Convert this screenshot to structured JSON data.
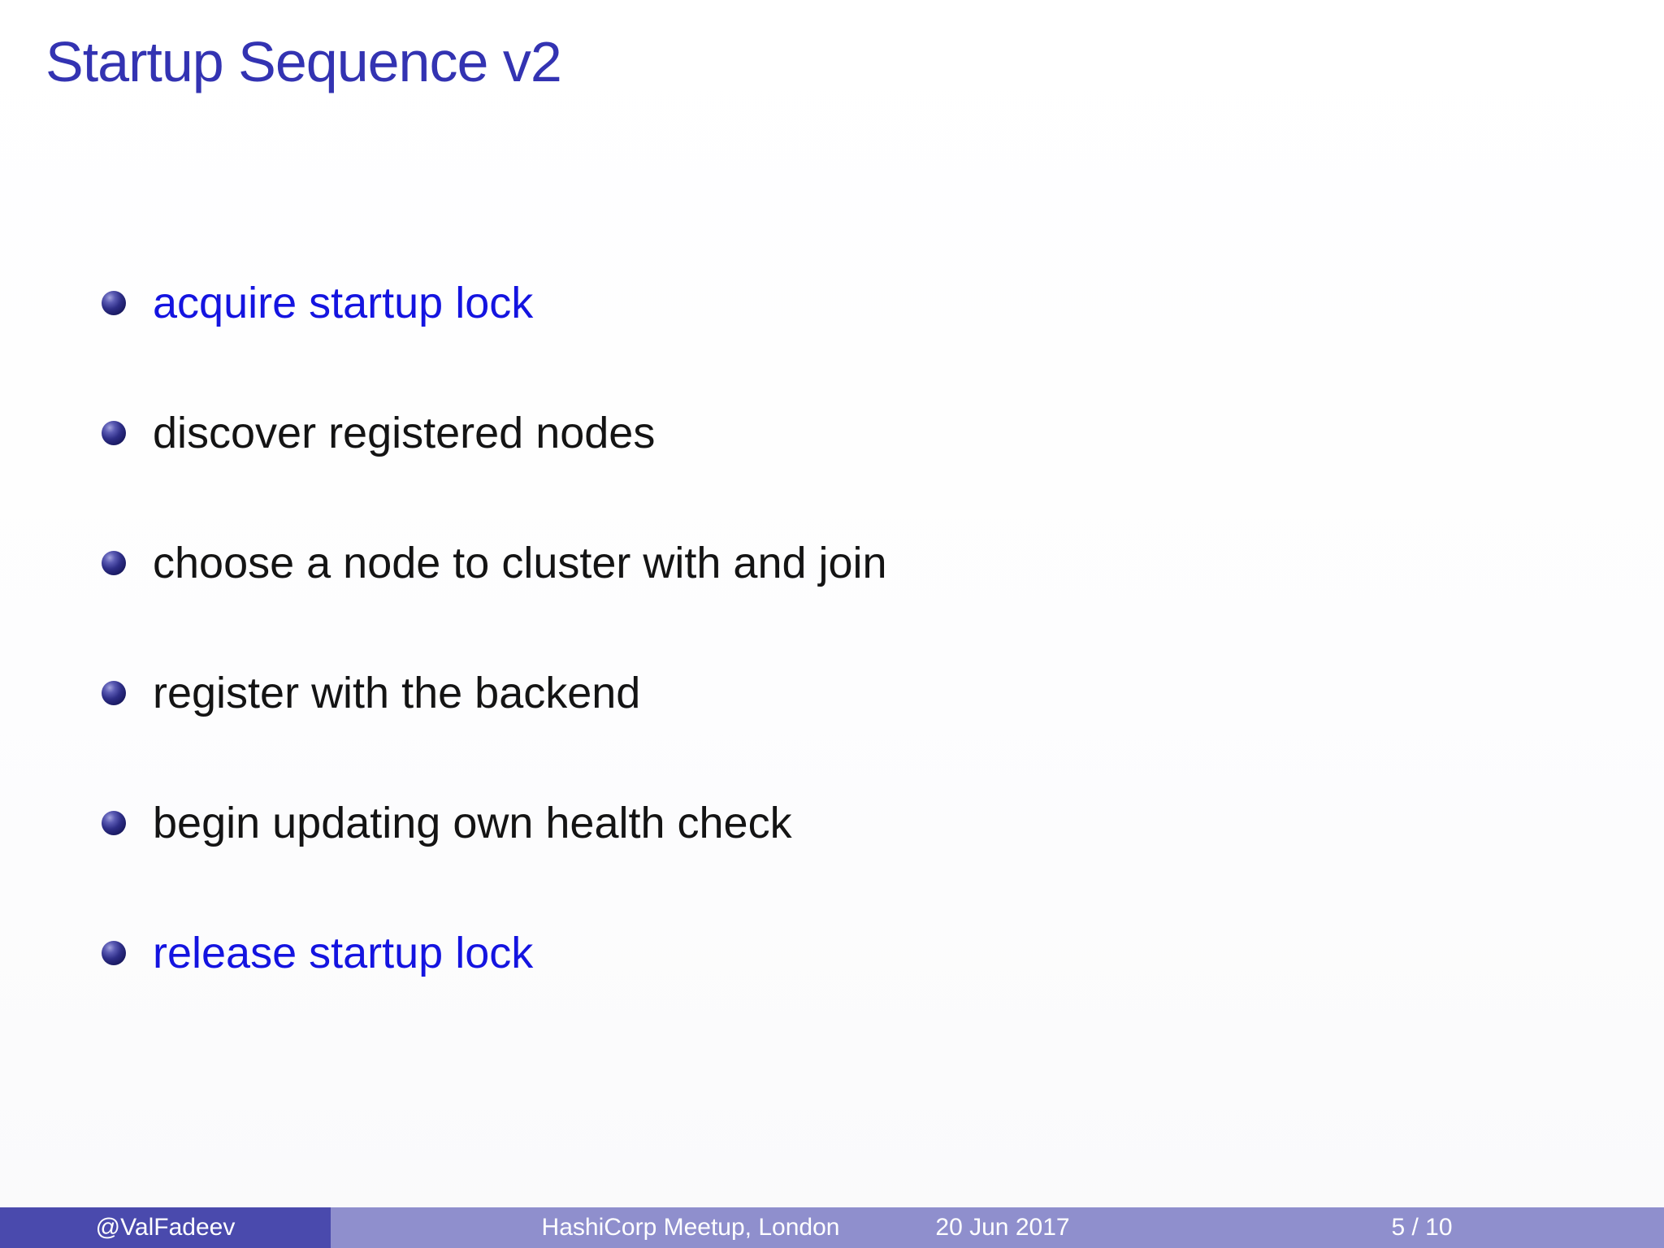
{
  "slide": {
    "title": "Startup Sequence v2",
    "list": {
      "items": [
        {
          "text": "acquire startup lock",
          "emphasis": true
        },
        {
          "text": "discover registered nodes",
          "emphasis": false
        },
        {
          "text": "choose a node to cluster with and join",
          "emphasis": false
        },
        {
          "text": "register with the backend",
          "emphasis": false
        },
        {
          "text": "begin updating own health check",
          "emphasis": false
        },
        {
          "text": "release startup lock",
          "emphasis": true
        }
      ]
    },
    "footer": {
      "author": "@ValFadeev",
      "event": "HashiCorp Meetup, London",
      "date": "20 Jun 2017",
      "page": "5 / 10"
    },
    "colors": {
      "title": "#3333b2",
      "emphasis": "#1414e0",
      "footer_dark": "#4a4aad",
      "footer_light": "#8f8fcd"
    }
  }
}
